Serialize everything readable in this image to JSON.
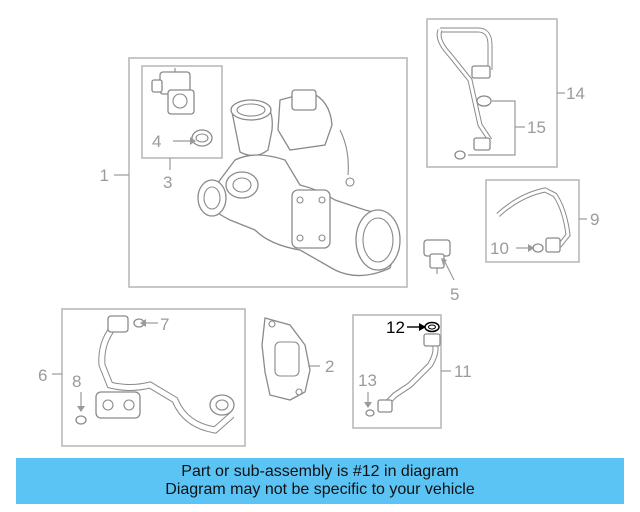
{
  "callouts": {
    "c1": "1",
    "c2": "2",
    "c3": "3",
    "c4": "4",
    "c5": "5",
    "c6": "6",
    "c7": "7",
    "c8": "8",
    "c9": "9",
    "c10": "10",
    "c11": "11",
    "c12": "12",
    "c13": "13",
    "c14": "14",
    "c15": "15"
  },
  "highlighted_part": "12",
  "banner": {
    "line1": "Part or sub-assembly is #12 in diagram",
    "line2": "Diagram may not be specific to your vehicle"
  },
  "colors": {
    "banner": "#5bc4f4",
    "linework": "#9a9a9a",
    "highlight": "#000000"
  }
}
